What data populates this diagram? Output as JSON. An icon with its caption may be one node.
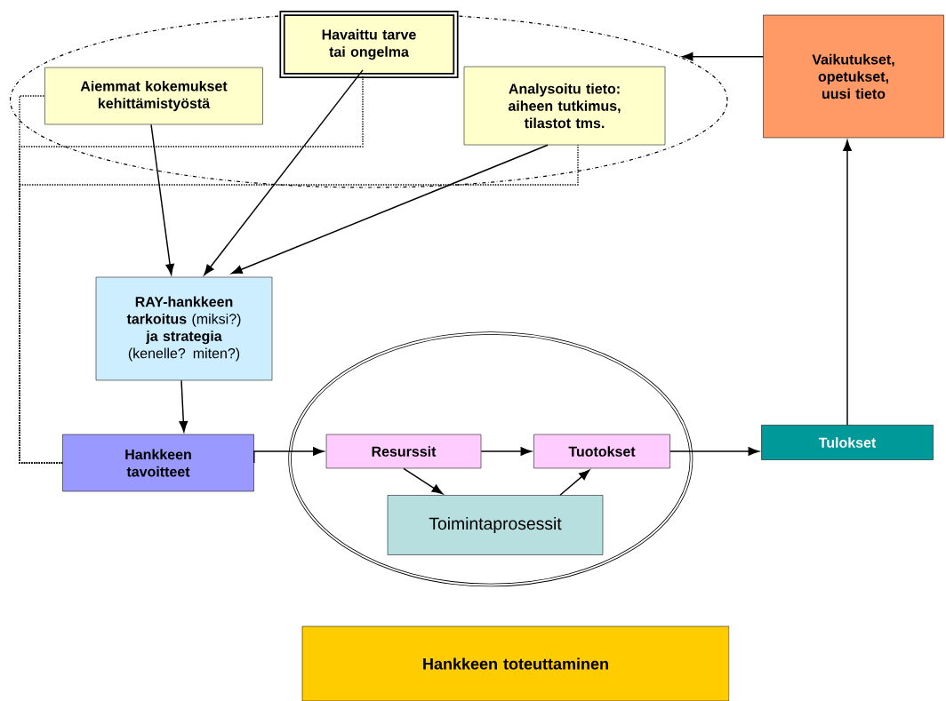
{
  "diagram": {
    "nodes": [
      {
        "text": [],
        "shape": "ellipse"
      },
      {
        "text": [
          "Havaittu tarve tai ongelma"
        ],
        "in": 0
      },
      {
        "text": [
          "Aiemmat kokemukset kehittämistyöstä"
        ],
        "in": 0
      },
      {
        "text": [
          "Analysoitu tieto: aiheen tutkimus, tilastot tms."
        ],
        "in": 0
      },
      {
        "text": [
          "Vaikutukset, opetukset, uusi tieto"
        ]
      },
      {
        "text": [
          "**RAY-hankkeen tarkoitus** (miksi?) **ja strategia** (kenelle? miten?)"
        ]
      },
      {
        "text": [
          "Hankkeen tavoitteet"
        ]
      },
      {
        "text": [],
        "shape": "ellipse"
      },
      {
        "text": [
          "Resurssit"
        ],
        "in": 7
      },
      {
        "text": [
          "Tuotokset"
        ],
        "in": 7
      },
      {
        "text": [
          "Toimintaprosessit"
        ],
        "in": 7
      },
      {
        "text": [
          "Tulokset"
        ]
      },
      {
        "text": [
          "Hankkeen toteuttaminen"
        ]
      }
    ],
    "edges": [
      {
        "from": 2,
        "to": 5,
        "arrow": "to"
      },
      {
        "from": 1,
        "to": 5,
        "arrow": "to"
      },
      {
        "from": 3,
        "to": 5,
        "arrow": "to"
      },
      {
        "from": 5,
        "to": 6,
        "arrow": "to"
      },
      {
        "from": 6,
        "to": 2,
        "arrow": "none",
        "style": "dashed"
      },
      {
        "from": 6,
        "to": 1,
        "arrow": "none",
        "style": "dashed"
      },
      {
        "from": 6,
        "to": 3,
        "arrow": "none",
        "style": "dashed"
      },
      {
        "from": 6,
        "to": 8,
        "arrow": "to"
      },
      {
        "from": 8,
        "to": 9,
        "arrow": "to"
      },
      {
        "from": 8,
        "to": 10,
        "arrow": "to"
      },
      {
        "from": 10,
        "to": 9,
        "arrow": "to"
      },
      {
        "from": 9,
        "to": 11,
        "arrow": "to"
      },
      {
        "from": 11,
        "to": 4,
        "arrow": "to"
      },
      {
        "from": 4,
        "to": 0,
        "arrow": "to"
      }
    ]
  }
}
